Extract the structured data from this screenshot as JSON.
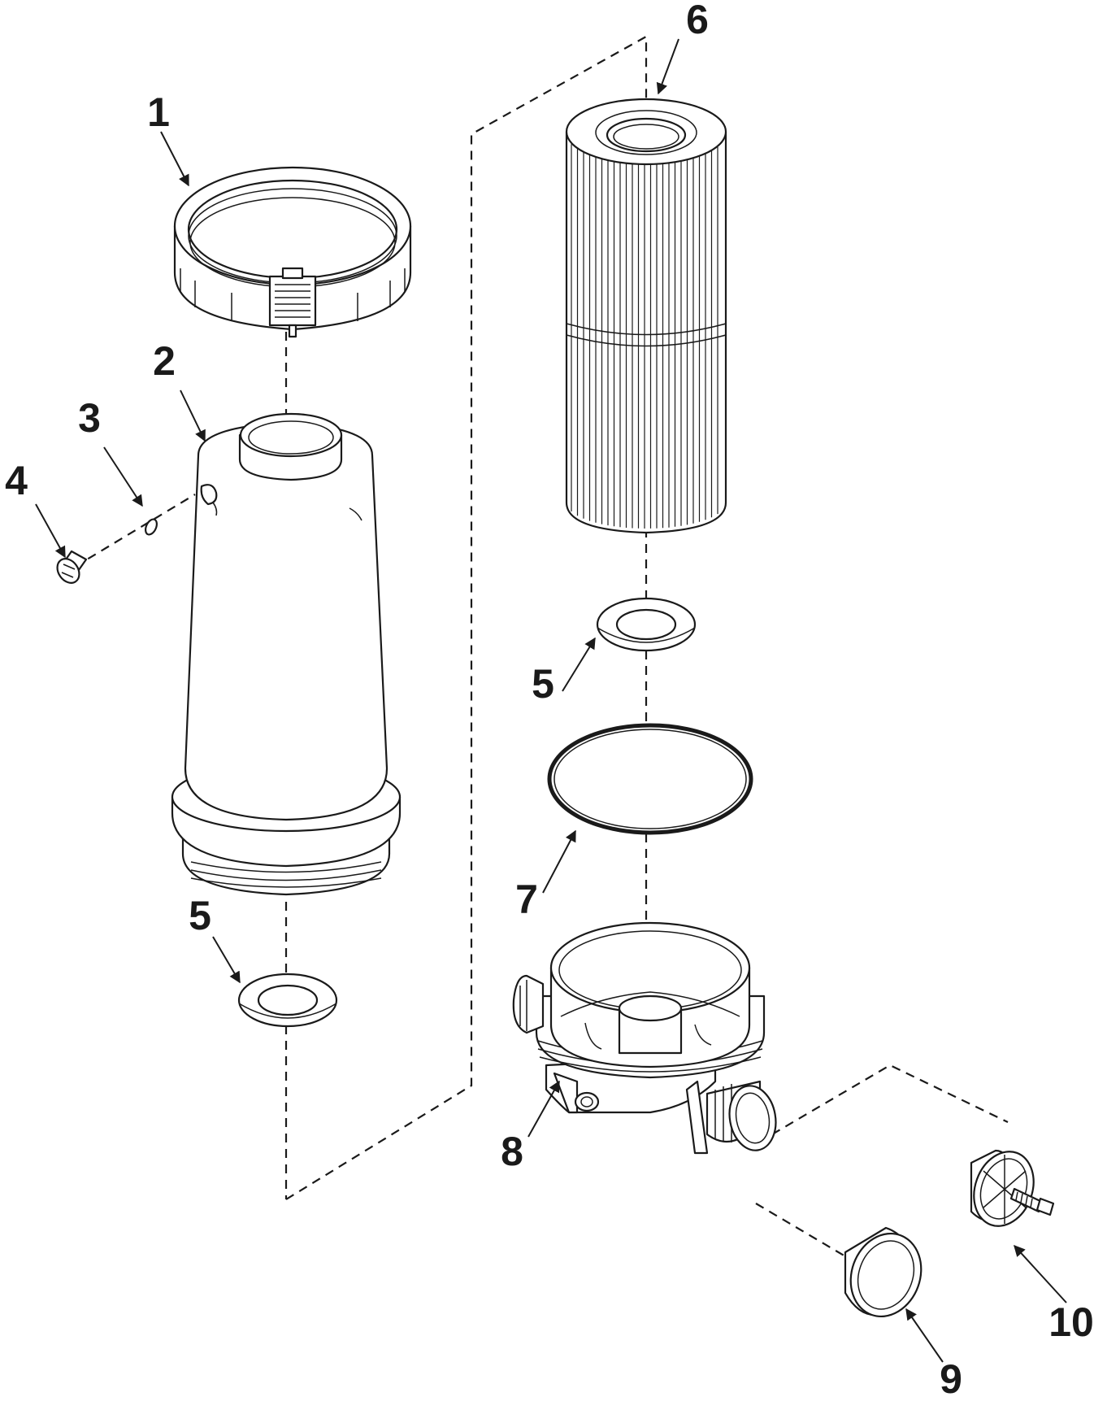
{
  "callouts": {
    "c1": "1",
    "c2": "2",
    "c3": "3",
    "c4": "4",
    "c5a": "5",
    "c5b": "5",
    "c6": "6",
    "c7": "7",
    "c8": "8",
    "c9": "9",
    "c10": "10"
  },
  "colors": {
    "line": "#1a1a1a",
    "background": "#ffffff"
  }
}
